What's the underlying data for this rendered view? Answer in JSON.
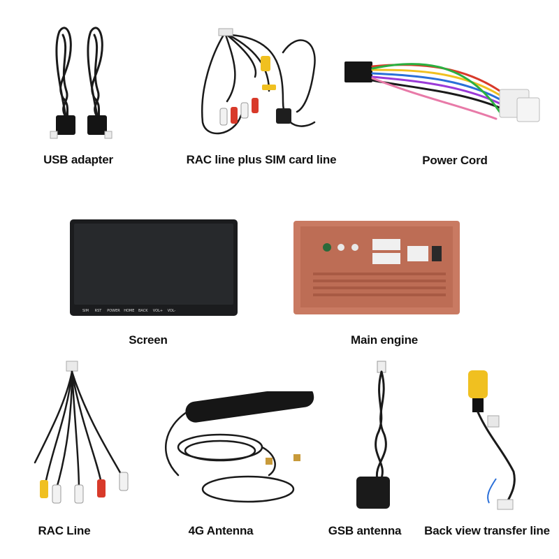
{
  "items": {
    "usb_adapter": {
      "label": "USB adapter"
    },
    "rac_sim": {
      "label": "RAC line plus SIM card line"
    },
    "power_cord": {
      "label": "Power Cord"
    },
    "screen": {
      "label": "Screen",
      "buttons": [
        "SIM",
        "RST",
        "POWER",
        "HOME",
        "BACK",
        "VOL+",
        "VOL-"
      ]
    },
    "main_engine": {
      "label": "Main engine"
    },
    "rac_line": {
      "label": "RAC Line"
    },
    "antenna_4g": {
      "label": "4G Antenna"
    },
    "gsb_antenna": {
      "label": "GSB antenna"
    },
    "back_view": {
      "label": "Back view transfer line"
    }
  },
  "colors": {
    "cable": "#1a1a1a",
    "engine": "#c97a62",
    "rca_yellow": "#f0c020",
    "rca_red": "#d83a2a",
    "rca_white": "#f2f2f2"
  }
}
